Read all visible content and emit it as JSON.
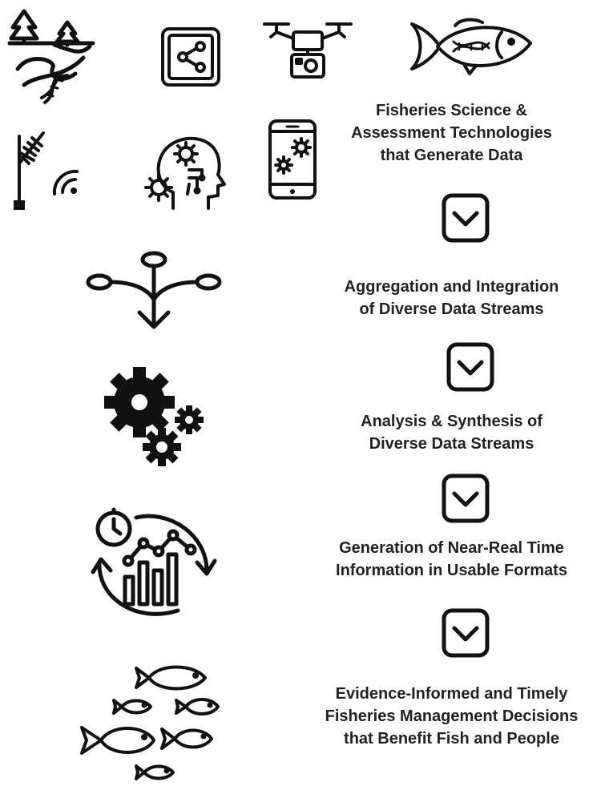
{
  "stages": [
    {
      "lines": [
        "Fisheries Science &",
        "Assessment Technologies",
        "that Generate Data"
      ]
    },
    {
      "lines": [
        "Aggregation and Integration",
        "of Diverse Data Streams"
      ]
    },
    {
      "lines": [
        "Analysis & Synthesis of",
        "Diverse Data Streams"
      ]
    },
    {
      "lines": [
        "Generation of Near-Real Time",
        "Information in Usable Formats"
      ]
    },
    {
      "lines": [
        "Evidence-Informed and Timely",
        "Fisheries Management Decisions",
        "that Benefit Fish and People"
      ]
    }
  ],
  "icons": [
    "river-dna-icon",
    "share-network-icon",
    "drone-camera-icon",
    "fish-dna-icon",
    "telemetry-antenna-icon",
    "ai-head-gears-icon",
    "smartphone-gears-icon",
    "merge-streams-icon",
    "gears-icon",
    "timer-chart-cycle-icon",
    "school-of-fish-icon",
    "chevron-down-icon"
  ],
  "colors": {
    "ink": "#111111",
    "background": "#ffffff"
  }
}
